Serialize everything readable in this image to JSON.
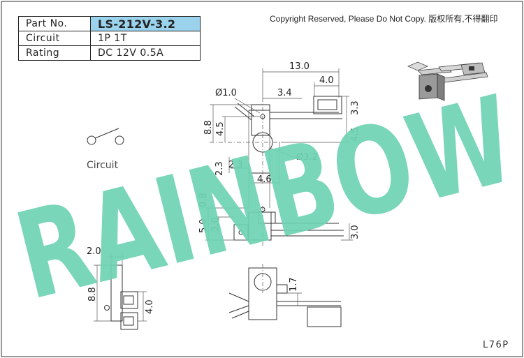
{
  "spec_table": {
    "rows": [
      {
        "label": "Part No.",
        "value": "LS-212V-3.2"
      },
      {
        "label": "Circuit",
        "value": "1P 1T"
      },
      {
        "label": "Rating",
        "value": "DC 12V 0.5A"
      }
    ]
  },
  "copyright": "Copyright Reserved, Please Do Not Copy. 版权所有,不得翻印",
  "watermark": "RAINBOW",
  "circuit_caption": "Circuit",
  "model_code": "L76P",
  "dimensions": {
    "overall_width": "13.0",
    "hole_diameter_top": "Ø1.0",
    "pin_offset": "3.4",
    "lever_width": "4.0",
    "lever_height": "3.3",
    "body_height": "8.8",
    "upper_height": "4.5",
    "right_height": "4.5",
    "hole_diameter": "Ø3.2",
    "vertical_offset": "2.3",
    "horizontal_offset": "2.3",
    "hole_span": "4.6",
    "side_gap": "0.8",
    "side_height": "5.0",
    "side_inner": "3.0",
    "side_right": "3.0",
    "end_width": "2.0",
    "end_height": "8.8",
    "end_tab": "4.0",
    "bottom_offset": "1.7"
  }
}
